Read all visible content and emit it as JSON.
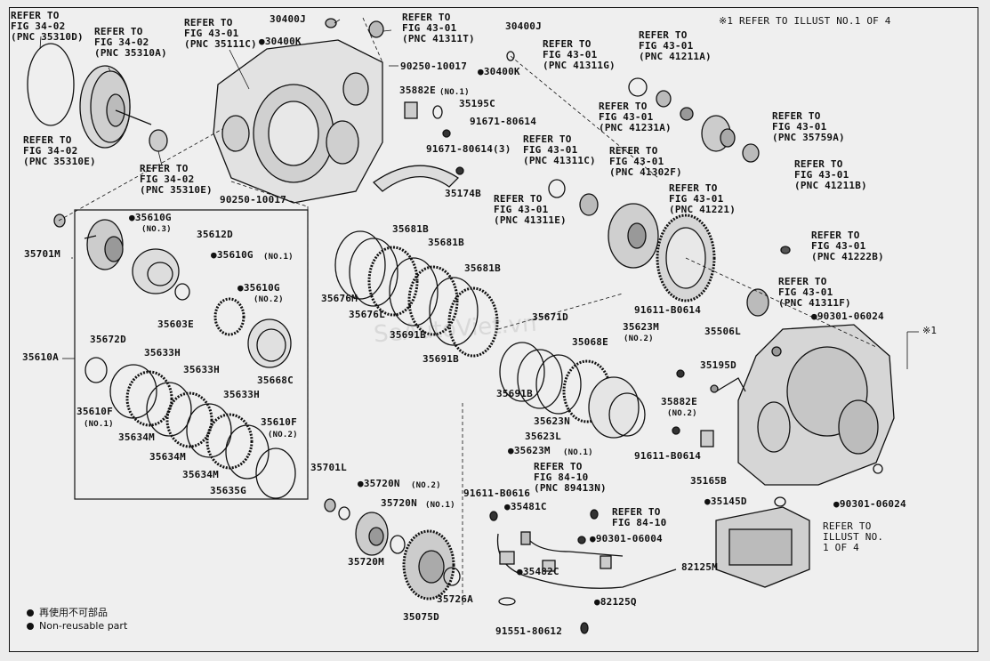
{
  "header_note": "※1 REFER TO ILLUST NO.1 OF 4",
  "side_mark": "※1",
  "watermark": "SeAutoViet.vn",
  "legend": [
    {
      "icon": "filled-dot",
      "text": "再使用不可部品"
    },
    {
      "icon": "filled-dot",
      "text": "Non-reusable part"
    }
  ],
  "refs": {
    "r1": "REFER TO\nFIG 34-02\n(PNC 35310D)",
    "r2": "REFER TO\nFIG 34-02\n(PNC 35310A)",
    "r3": "REFER TO\nFIG 43-01\n(PNC 35111C)",
    "r4": "REFER TO\nFIG 43-01\n(PNC 41311T)",
    "r5": "REFER TO\nFIG 34-02\n(PNC 35310E)",
    "r6": "REFER TO\nFIG 34-02\n(PNC 35310E)",
    "r7": "REFER TO\nFIG 43-01\n(PNC 41311G)",
    "r8": "REFER TO\nFIG 43-01\n(PNC 41211A)",
    "r9": "REFER TO\nFIG 43-01\n(PNC 41231A)",
    "r10": "REFER TO\nFIG 43-01\n(PNC 35759A)",
    "r11": "REFER TO\nFIG 43-01\n(PNC 41311C)",
    "r12": "REFER TO\nFIG 43-01\n(PNC 41302F)",
    "r13": "REFER TO\nFIG 43-01\n(PNC 41211B)",
    "r14": "REFER TO\nFIG 43-01\n(PNC 41311E)",
    "r15": "REFER TO\nFIG 43-01\n(PNC 41221)",
    "r16": "REFER TO\nFIG 43-01\n(PNC 41222B)",
    "r17": "REFER TO\nFIG 43-01\n(PNC 41311F)",
    "r18": "REFER TO\nFIG 84-10\n(PNC 89413N)",
    "r19": "REFER TO\nFIG 84-10",
    "r20": "REFER TO\nILLUST NO.\n1 OF 4"
  },
  "parts": {
    "p30400J_a": "30400J",
    "p30400K_a": "●30400K",
    "p30400J_b": "30400J",
    "p90250_a": "90250-10017",
    "p30400K_b": "●30400K",
    "p35882E_1": "35882E",
    "p35882E_1n": "(NO.1)",
    "p35195C": "35195C",
    "p91671_a": "91671-80614",
    "p91671_b": "91671-80614(3)",
    "p35174B": "35174B",
    "p90250_b": "90250-10017",
    "p35701M": "35701M",
    "p35610G_3": "●35610G",
    "p35610G_3n": "(NO.3)",
    "p35612D": "35612D",
    "p35610G_1": "●35610G",
    "p35610G_1n": "(NO.1)",
    "p35610G_2": "●35610G",
    "p35610G_2n": "(NO.2)",
    "p35603E": "35603E",
    "p35668C": "35668C",
    "p35610A": "35610A",
    "p35672D": "35672D",
    "p35633H_a": "35633H",
    "p35633H_b": "35633H",
    "p35633H_c": "35633H",
    "p35610F_1": "35610F",
    "p35610F_1n": "(NO.1)",
    "p35634M_a": "35634M",
    "p35634M_b": "35634M",
    "p35634M_c": "35634M",
    "p35610F_2": "35610F",
    "p35610F_2n": "(NO.2)",
    "p35635G": "35635G",
    "p35681B_a": "35681B",
    "p35681B_b": "35681B",
    "p35681B_c": "35681B",
    "p35676M": "35676M",
    "p35676L": "35676L",
    "p35691B_a": "35691B",
    "p35691B_b": "35691B",
    "p35691B_c": "35691B",
    "p35671D": "35671D",
    "p35068E": "35068E",
    "p35623M_2": "35623M",
    "p35623M_2n": "(NO.2)",
    "p35623N": "35623N",
    "p35623L": "35623L",
    "p35623M_1": "●35623M",
    "p35623M_1n": "(NO.1)",
    "p35701L": "35701L",
    "p35720N_2": "●35720N",
    "p35720N_2n": "(NO.2)",
    "p35720N_1": "35720N",
    "p35720N_1n": "(NO.1)",
    "p35720M": "35720M",
    "p35075D": "35075D",
    "p35726A": "35726A",
    "p91611_a": "91611-B0616",
    "p35481C": "●35481C",
    "p35482C": "●35482C",
    "p90301_a": "●90301-06004",
    "p82125M": "82125M",
    "p82125Q": "●82125Q",
    "p91551": "91551-80612",
    "p91611_b": "91611-B0614",
    "p90301_b": "●90301-06024",
    "p35506L": "35506L",
    "p35195D": "35195D",
    "p35882E_2": "35882E",
    "p35882E_2n": "(NO.2)",
    "p91611_c": "91611-B0614",
    "p35165B": "35165B",
    "p35145D": "●35145D",
    "p90301_c": "●90301-06024"
  }
}
